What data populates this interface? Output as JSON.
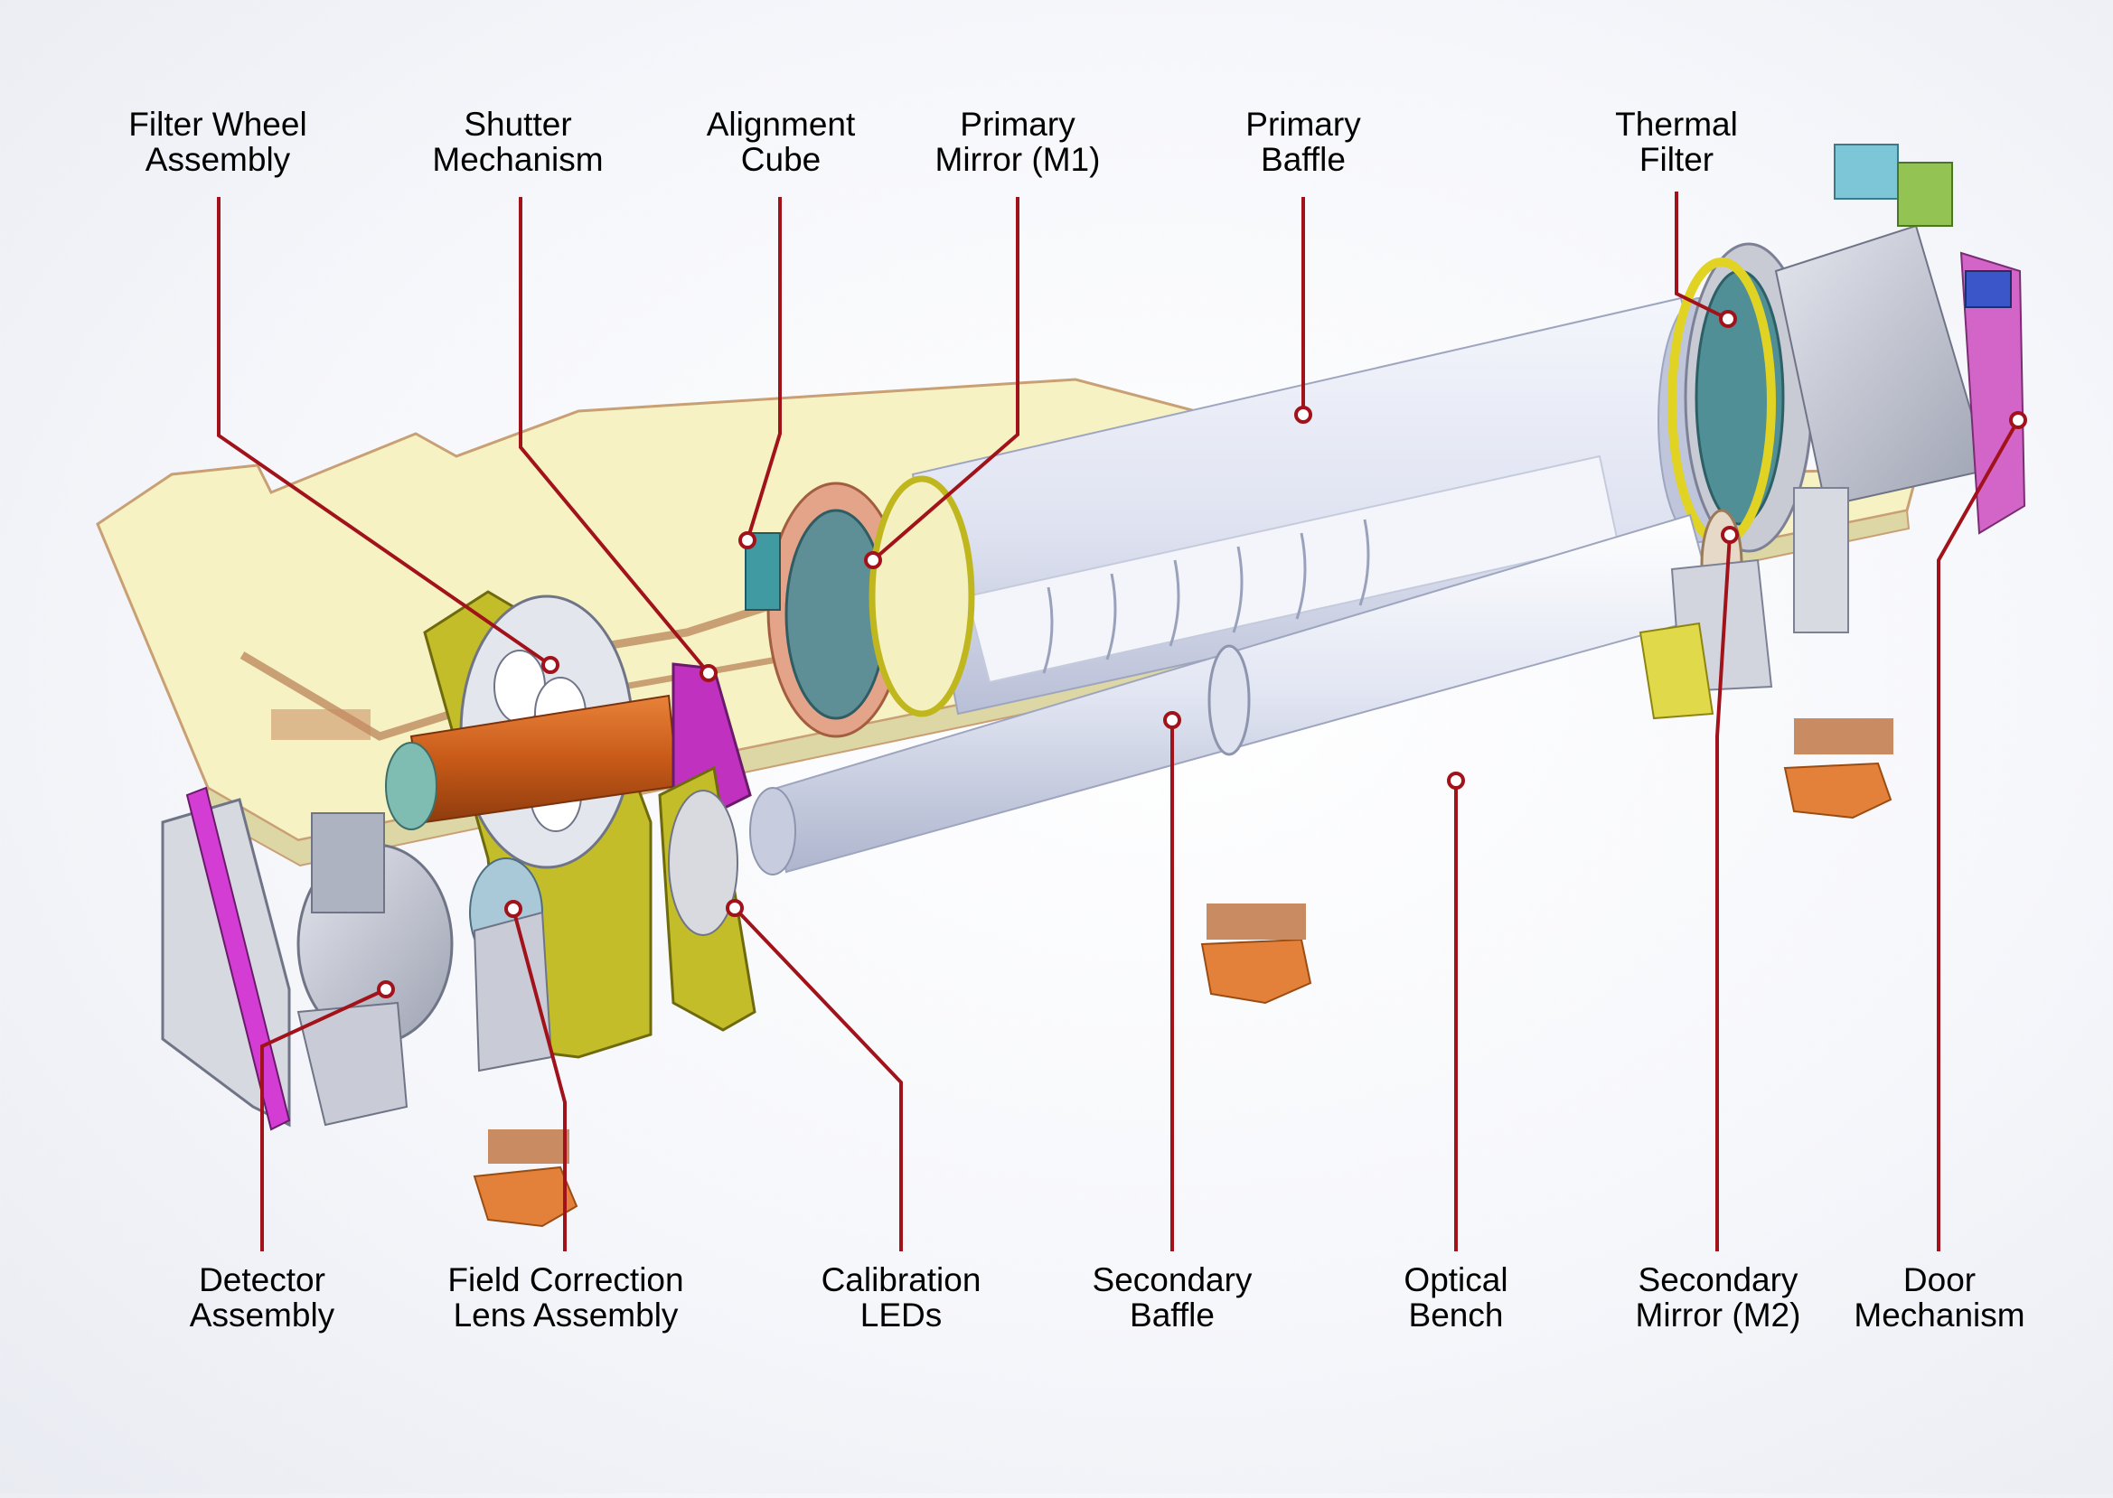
{
  "labels": {
    "filter_wheel": "Filter Wheel\nAssembly",
    "shutter": "Shutter\nMechanism",
    "alignment_cube": "Alignment\nCube",
    "primary_mirror": "Primary\nMirror (M1)",
    "primary_baffle": "Primary\nBaffle",
    "thermal_filter": "Thermal\nFilter",
    "detector": "Detector\nAssembly",
    "field_lens": "Field Correction\nLens Assembly",
    "calibration_leds": "Calibration\nLEDs",
    "secondary_baffle": "Secondary\nBaffle",
    "optical_bench": "Optical\nBench",
    "secondary_mirror": "Secondary\nMirror (M2)",
    "door": "Door\nMechanism"
  },
  "colors": {
    "leader": "#a1121a",
    "bench": "#f6f2c4",
    "bench_edge": "#c99f74",
    "yellow_frame": "#c4bd2a",
    "orange": "#d2661e",
    "baffle": "#e0e4f2",
    "magenta": "#d22ad7",
    "teal": "#5b9aa0"
  }
}
